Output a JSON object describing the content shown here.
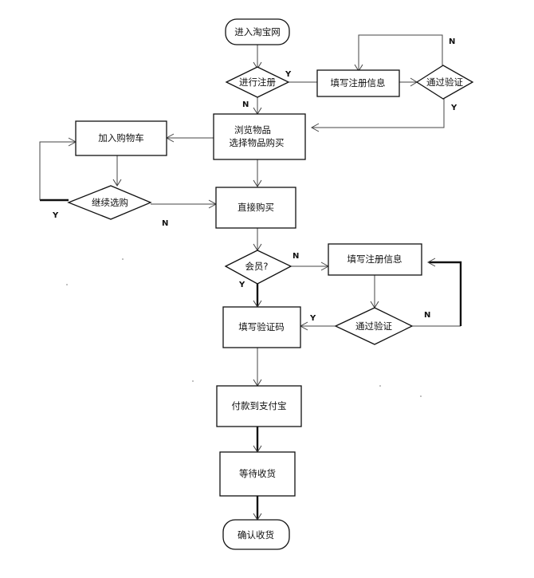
{
  "nodes": {
    "enter_taobao": "进入淘宝网",
    "register_q": "进行注册",
    "fill_register_top": "填写注册信息",
    "verify_top": "通过验证",
    "browse_line1": "浏览物品",
    "browse_line2": "选择物品购买",
    "add_cart": "加入购物车",
    "continue_q": "继续选购",
    "buy_now": "直接购买",
    "member_q": "会员?",
    "fill_register_mid": "填写注册信息",
    "verify_mid": "通过验证",
    "fill_code": "填写验证码",
    "pay_alipay": "付款到支付宝",
    "wait_receive": "等待收货",
    "confirm_receive": "确认收货"
  },
  "labels": {
    "yes": "Y",
    "no": "N"
  }
}
